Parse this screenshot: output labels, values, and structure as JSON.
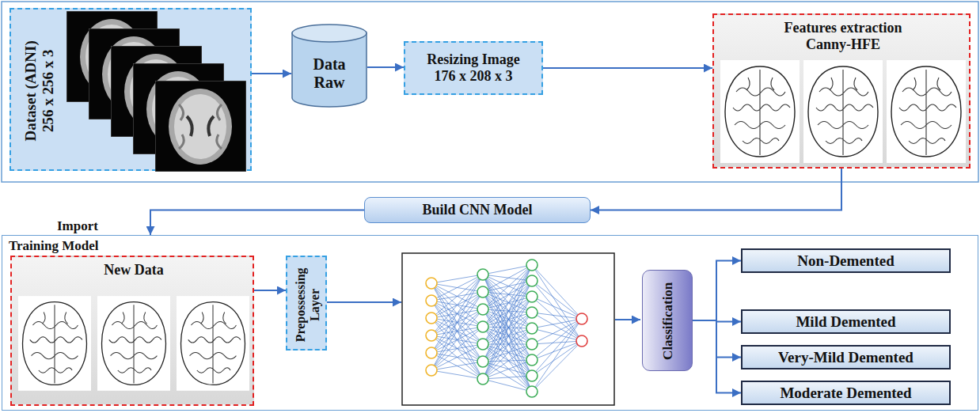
{
  "diagram": {
    "nodes": [
      {
        "text": [
          "Dataset (ADNI) 256 x 256 x 3"
        ]
      },
      {
        "text": [
          "Data Raw"
        ]
      },
      {
        "text": [
          "Resizing Image",
          "176 x 208 x 3"
        ]
      },
      {
        "text": [
          "Features extraction Canny-HFE"
        ]
      },
      {
        "text": [
          "Build CNN Model"
        ]
      },
      {
        "text": [
          "Training Model"
        ]
      },
      {
        "text": [
          "New Data"
        ],
        "in": 5
      },
      {
        "text": [
          "Prepossessing Layer"
        ],
        "in": 5
      },
      {
        "text": [
          "Classification"
        ],
        "in": 5
      },
      {
        "text": [
          "Non-Demented"
        ],
        "in": 5
      },
      {
        "text": [
          "Mild Demented"
        ],
        "in": 5
      },
      {
        "text": [
          "Very-Mild Demented"
        ],
        "in": 5
      },
      {
        "text": [
          "Moderate Demented"
        ],
        "in": 5
      }
    ],
    "edges": [
      {
        "from": 0,
        "to": 1,
        "arrow": "to"
      },
      {
        "from": 1,
        "to": 2,
        "arrow": "to"
      },
      {
        "from": 2,
        "to": 3,
        "arrow": "to"
      },
      {
        "from": 3,
        "to": 4,
        "arrow": "to"
      },
      {
        "from": 4,
        "to": 5,
        "arrow": "to"
      },
      {
        "from": 6,
        "to": 7,
        "arrow": "to"
      },
      {
        "from": 8,
        "to": 9,
        "arrow": "to"
      },
      {
        "from": 8,
        "to": 10,
        "arrow": "to"
      },
      {
        "from": 8,
        "to": 11,
        "arrow": "to"
      },
      {
        "from": 8,
        "to": 12,
        "arrow": "to"
      }
    ],
    "labels": [
      "Import"
    ]
  }
}
